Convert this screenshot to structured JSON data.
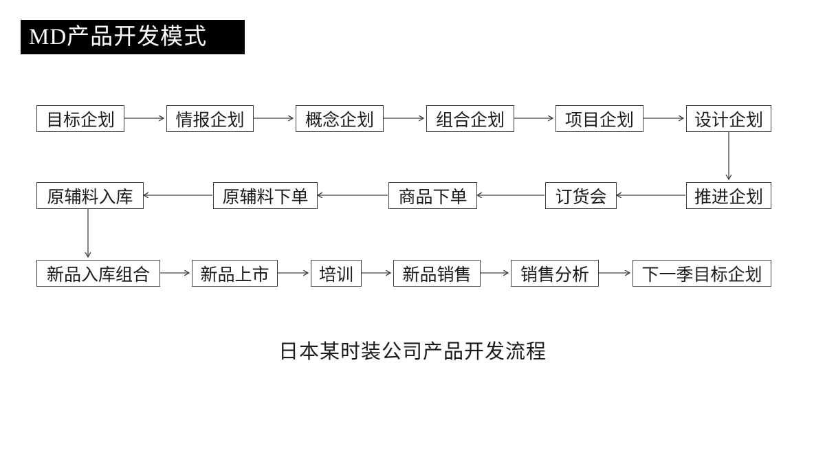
{
  "title": "MD产品开发模式",
  "caption": "日本某时装公司产品开发流程",
  "colors": {
    "background": "#ffffff",
    "title_bg": "#000000",
    "title_text": "#ffffff",
    "box_border": "#404040",
    "arrow": "#404040",
    "text": "#1a1a1a"
  },
  "nodes": [
    {
      "id": "target-planning",
      "label": "目标企划"
    },
    {
      "id": "intelligence-planning",
      "label": "情报企划"
    },
    {
      "id": "concept-planning",
      "label": "概念企划"
    },
    {
      "id": "assortment-planning",
      "label": "组合企划"
    },
    {
      "id": "project-planning",
      "label": "项目企划"
    },
    {
      "id": "design-planning",
      "label": "设计企划"
    },
    {
      "id": "promotion-planning",
      "label": "推进企划"
    },
    {
      "id": "order-fair",
      "label": "订货会"
    },
    {
      "id": "merchandise-order",
      "label": "商品下单"
    },
    {
      "id": "materials-order",
      "label": "原辅料下单"
    },
    {
      "id": "materials-warehousing",
      "label": "原辅料入库"
    },
    {
      "id": "new-product-inbound-assortment",
      "label": "新品入库组合"
    },
    {
      "id": "new-product-launch",
      "label": "新品上市"
    },
    {
      "id": "training",
      "label": "培训"
    },
    {
      "id": "new-product-sales",
      "label": "新品销售"
    },
    {
      "id": "sales-analysis",
      "label": "销售分析"
    },
    {
      "id": "next-season-target-planning",
      "label": "下一季目标企划"
    }
  ],
  "edges": [
    {
      "from": "目标企划",
      "to": "情报企划"
    },
    {
      "from": "情报企划",
      "to": "概念企划"
    },
    {
      "from": "概念企划",
      "to": "组合企划"
    },
    {
      "from": "组合企划",
      "to": "项目企划"
    },
    {
      "from": "项目企划",
      "to": "设计企划"
    },
    {
      "from": "设计企划",
      "to": "推进企划"
    },
    {
      "from": "推进企划",
      "to": "订货会"
    },
    {
      "from": "订货会",
      "to": "商品下单"
    },
    {
      "from": "商品下单",
      "to": "原辅料下单"
    },
    {
      "from": "原辅料下单",
      "to": "原辅料入库"
    },
    {
      "from": "原辅料入库",
      "to": "新品入库组合"
    },
    {
      "from": "新品入库组合",
      "to": "新品上市"
    },
    {
      "from": "新品上市",
      "to": "培训"
    },
    {
      "from": "培训",
      "to": "新品销售"
    },
    {
      "from": "新品销售",
      "to": "销售分析"
    },
    {
      "from": "销售分析",
      "to": "下一季目标企划"
    }
  ]
}
